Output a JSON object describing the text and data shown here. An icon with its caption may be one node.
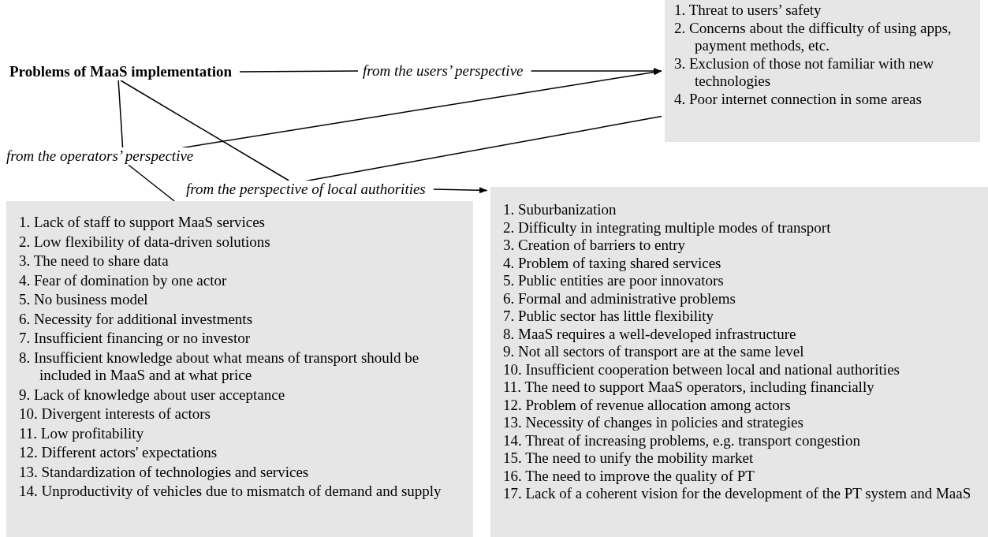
{
  "diagram": {
    "nodes": [
      {
        "text": [
          "Problems of MaaS implementation"
        ]
      },
      {
        "text": [
          "from the users’ perspective"
        ]
      },
      {
        "text": [
          "1. Threat to users’ safety",
          "2. Concerns about the difficulty of using apps, payment methods, etc.",
          "3. Exclusion of those not familiar with new technologies",
          "4. Poor internet connection in some areas"
        ]
      },
      {
        "text": [
          "from the operators’ perspective"
        ]
      },
      {
        "text": [
          "from the perspective of local authorities"
        ]
      },
      {
        "text": [
          "1. Lack of staff to support MaaS services",
          "2. Low flexibility of data-driven solutions",
          "3. The need to share data",
          "4. Fear of domination by one actor",
          "5. No business model",
          "6. Necessity for additional investments",
          "7. Insufficient financing or no investor",
          "8. Insufficient knowledge about what means of transport should be included in MaaS and at what price",
          "9. Lack of knowledge about user acceptance",
          "10. Divergent interests of actors",
          "11. Low profitability",
          "12. Different actors' expectations",
          "13. Standardization of technologies and services",
          "14. Unproductivity of vehicles due to mismatch of demand and supply"
        ]
      },
      {
        "text": [
          "1. Suburbanization",
          "2. Difficulty in integrating multiple modes of transport",
          "3. Creation of barriers to entry",
          "4. Problem of taxing shared services",
          "5. Public entities are poor innovators",
          "6. Formal and administrative problems",
          "7. Public sector has little flexibility",
          "8. MaaS requires a well-developed infrastructure",
          "9. Not all sectors of transport are at the same level",
          "10. Insufficient cooperation between local and national authorities",
          "11. The need to support MaaS operators, including financially",
          "12. Problem of revenue allocation among actors",
          "13. Necessity of changes in policies and strategies",
          "14. Threat of increasing problems, e.g. transport congestion",
          "15. The need to unify the mobility market",
          "16. The need to improve the quality of PT",
          "17. Lack of a coherent vision for the development of the PT system and MaaS"
        ]
      }
    ],
    "edges": [
      {
        "from": 0,
        "to": 1,
        "arrow": "none"
      },
      {
        "from": 1,
        "to": 2,
        "arrow": "to"
      },
      {
        "from": 0,
        "to": 3,
        "arrow": "none"
      },
      {
        "from": 3,
        "to": 2,
        "arrow": "to"
      },
      {
        "from": 0,
        "to": 4,
        "arrow": "none"
      },
      {
        "from": 4,
        "to": 2,
        "arrow": "none"
      },
      {
        "from": 3,
        "to": 5,
        "arrow": "none"
      },
      {
        "from": 4,
        "to": 6,
        "arrow": "to"
      }
    ]
  }
}
